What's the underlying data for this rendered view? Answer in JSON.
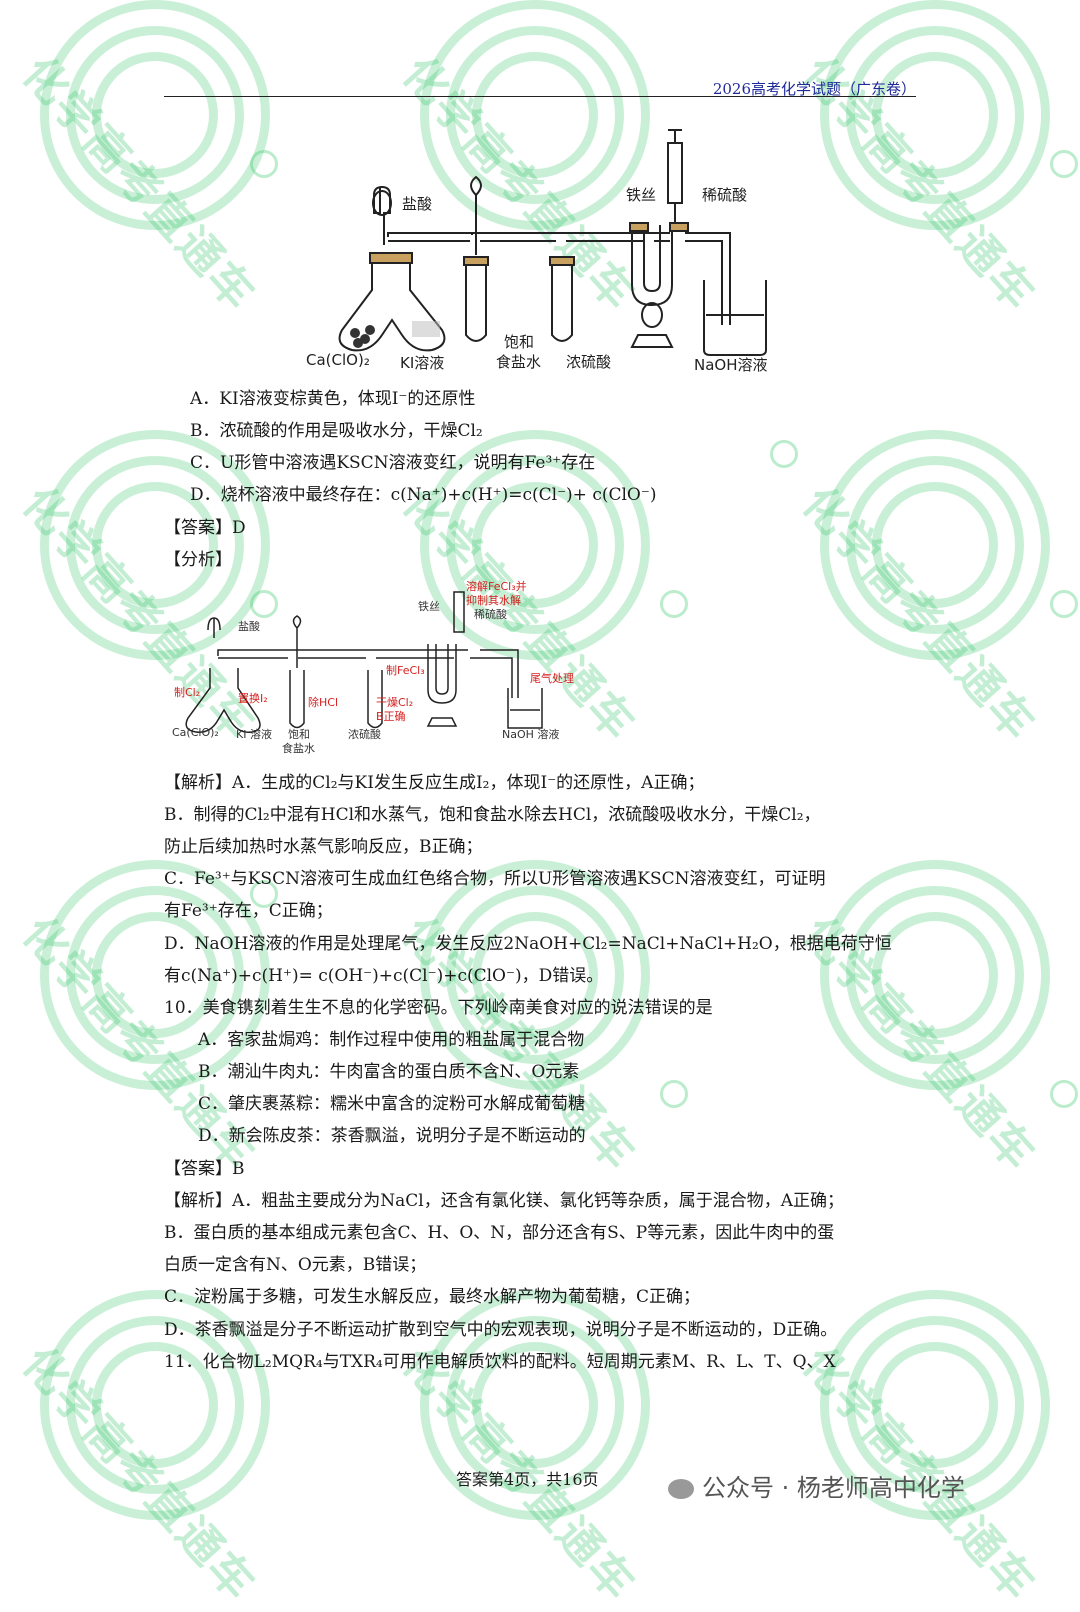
{
  "header": {
    "title": "2026高考化学试题（广东卷）"
  },
  "watermark": {
    "text": "化学高考直通车"
  },
  "q9": {
    "figure1_labels": {
      "hydrochloric_acid": "盐酸",
      "iron_wire": "铁丝",
      "dilute_sulfuric_acid": "稀硫酸",
      "calcium_hypochlorite": "Ca(ClO)₂",
      "ki_solution": "KI溶液",
      "saturated_label": "饱和",
      "brine": "食盐水",
      "conc_sulfuric_acid": "浓硫酸",
      "naoh_solution": "NaOH溶液"
    },
    "options": [
      "A．KI溶液变棕黄色，体现I⁻的还原性",
      "B．浓硫酸的作用是吸收水分，干燥Cl₂",
      "C．U形管中溶液遇KSCN溶液变红，说明有Fe³⁺存在",
      "D．烧杯溶液中最终存在：c(Na⁺)+c(H⁺)=c(Cl⁻)+ c(ClO⁻)"
    ],
    "answer": "【答案】D",
    "analysis_title": "【分析】",
    "figure2_labels": {
      "hydrochloric_acid": "盐酸",
      "iron_wire": "铁丝",
      "dissolve_fecl3": "溶解FeCl₃并",
      "suppress_hydrolysis": "抑制其水解",
      "dilute_sulfuric_acid": "稀硫酸",
      "make_cl2": "制Cl₂",
      "displace_i2": "置换I₂",
      "remove_hcl": "除HCl",
      "make_fecl3": "制FeCl₃",
      "dry_cl2": "干燥Cl₂",
      "b_correct": "B正确",
      "tail_gas": "尾气处理",
      "calcium_hypochlorite": "Ca(ClO)₂",
      "ki_solution": "KI 溶液",
      "saturated_label": "饱和",
      "brine": "食盐水",
      "conc_sulfuric_acid": "浓硫酸",
      "naoh_solution": "NaOH 溶液"
    },
    "explanation": [
      "【解析】A．生成的Cl₂与KI发生反应生成I₂，体现I⁻的还原性，A正确；",
      "B．制得的Cl₂中混有HCl和水蒸气，饱和食盐水除去HCl，浓硫酸吸收水分，干燥Cl₂，",
      "防止后续加热时水蒸气影响反应，B正确；",
      "C．Fe³⁺与KSCN溶液可生成血红色络合物，所以U形管溶液遇KSCN溶液变红，可证明",
      "有Fe³⁺存在，C正确；",
      "D．NaOH溶液的作用是处理尾气，发生反应2NaOH+Cl₂=NaCl+NaCl+H₂O，根据电荷守恒",
      "有c(Na⁺)+c(H⁺)= c(OH⁻)+c(Cl⁻)+c(ClO⁻)，D错误。"
    ]
  },
  "q10": {
    "stem": "10．美食镌刻着生生不息的化学密码。下列岭南美食对应的说法错误的是",
    "options": [
      "A．客家盐焗鸡：制作过程中使用的粗盐属于混合物",
      "B．潮汕牛肉丸：牛肉富含的蛋白质不含N、O元素",
      "C．肇庆裹蒸粽：糯米中富含的淀粉可水解成葡萄糖",
      "D．新会陈皮茶：茶香飘溢，说明分子是不断运动的"
    ],
    "answer": "【答案】B",
    "explanation": [
      "【解析】A．粗盐主要成分为NaCl，还含有氯化镁、氯化钙等杂质，属于混合物，A正确；",
      "B．蛋白质的基本组成元素包含C、H、O、N，部分还含有S、P等元素，因此牛肉中的蛋",
      "白质一定含有N、O元素，B错误；",
      "C．淀粉属于多糖，可发生水解反应，最终水解产物为葡萄糖，C正确；",
      "D．茶香飘溢是分子不断运动扩散到空气中的宏观表现，说明分子是不断运动的，D正确。"
    ]
  },
  "q11": {
    "stem": "11．化合物L₂MQR₄与TXR₄可用作电解质饮料的配料。短周期元素M、R、L、T、Q、X"
  },
  "footer": {
    "page": "答案第4页，共16页",
    "wechat": "公众号 · 杨老师高中化学"
  }
}
